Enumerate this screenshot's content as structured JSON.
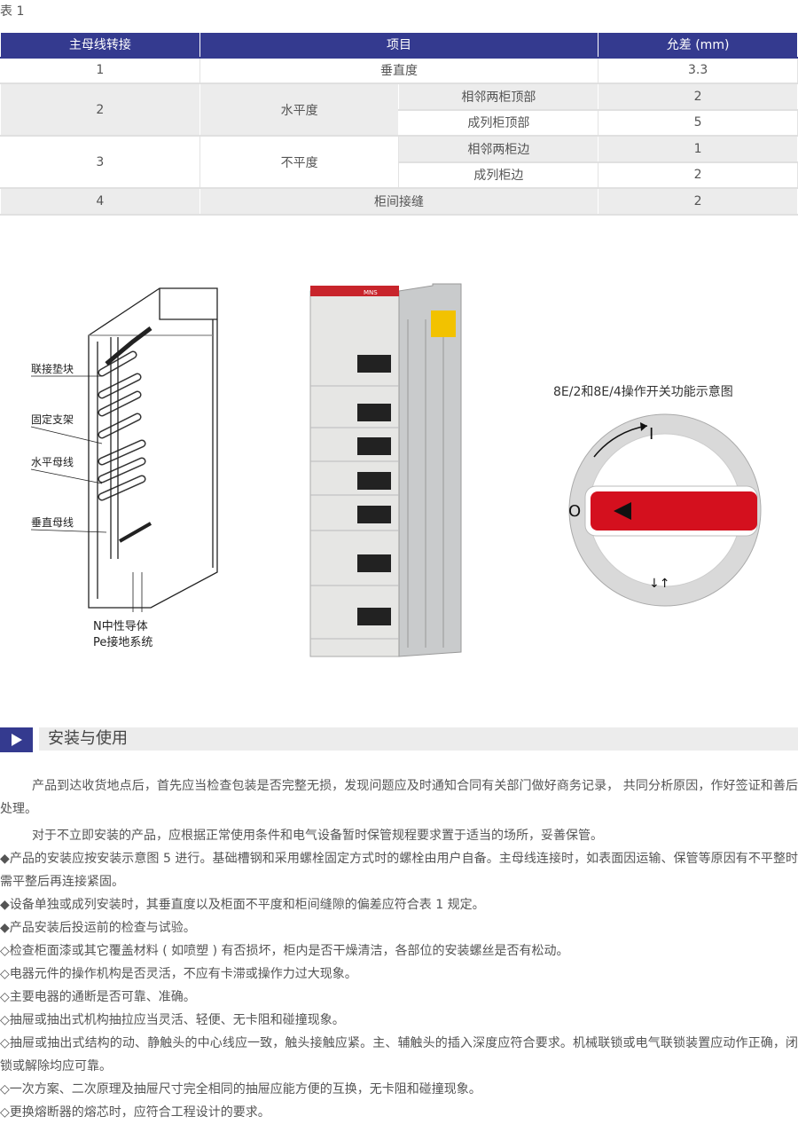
{
  "caption": "表 1",
  "table": {
    "headers": [
      "主母线转接",
      "项目",
      "允差 (mm)"
    ],
    "rows": [
      {
        "no": "1",
        "item": "垂直度",
        "value": "3.3"
      },
      {
        "no": "2",
        "item": "水平度",
        "subs": [
          {
            "label": "相邻两柜顶部",
            "value": "2"
          },
          {
            "label": "成列柜顶部",
            "value": "5"
          }
        ]
      },
      {
        "no": "3",
        "item": "不平度",
        "subs": [
          {
            "label": "相邻两柜边",
            "value": "1"
          },
          {
            "label": "成列柜边",
            "value": "2"
          }
        ]
      },
      {
        "no": "4",
        "item": "柜间接缝",
        "value": "2"
      }
    ]
  },
  "figure": {
    "labels": [
      "联接垫块",
      "固定支架",
      "水平母线",
      "垂直母线"
    ],
    "bottom1": "N中性导体",
    "bottom2": "Pe接地系统",
    "brand": "MNS",
    "switch_title": "8E/2和8E/4操作开关功能示意图",
    "switch_marks": {
      "on": "I",
      "off": "O"
    }
  },
  "section": {
    "title": "安装与使用"
  },
  "paragraphs": [
    "产品到达收货地点后，首先应当检查包装是否完整无损，发现问题应及时通知合同有关部门做好商务记录， 共同分析原因，作好签证和善后处理。",
    "对于不立即安装的产品，应根据正常使用条件和电气设备暂时保管规程要求置于适当的场所，妥善保管。",
    "◆产品的安装应按安装示意图 5 进行。基础槽钢和采用螺栓固定方式时的螺栓由用户自备。主母线连接时，如表面因运输、保管等原因有不平整时需平整后再连接紧固。",
    "◆设备单独或成列安装时，其垂直度以及柜面不平度和柜间缝隙的偏差应符合表 1 规定。",
    "◆产品安装后投运前的检查与试验。",
    "◇检查柜面漆或其它覆盖材料 ( 如喷塑 ) 有否损坏，柜内是否干燥清洁，各部位的安装螺丝是否有松动。",
    "◇电器元件的操作机构是否灵活，不应有卡滞或操作力过大现象。",
    "◇主要电器的通断是否可靠、准确。",
    "◇抽屉或抽出式机构抽拉应当灵活、轻便、无卡阻和碰撞现象。",
    "◇抽屉或抽出式结构的动、静触头的中心线应一致，触头接触应紧。主、辅触头的插入深度应符合要求。机械联锁或电气联锁装置应动作正确，闭锁或解除均应可靠。",
    "◇一次方案、二次原理及抽屉尺寸完全相同的抽屉应能方便的互换，无卡阻和碰撞现象。",
    "◇更换熔断器的熔芯时，应符合工程设计的要求。"
  ]
}
